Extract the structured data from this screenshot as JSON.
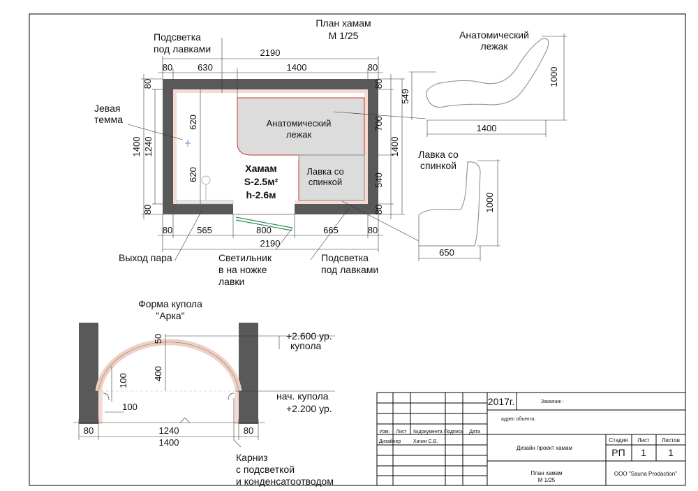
{
  "plan": {
    "title": "План хамам",
    "scale": "М 1/25",
    "room_name": "Хамам",
    "room_area": "S-2.5м²",
    "room_height": "h-2.6м",
    "lounger_label_1": "Анатомический",
    "lounger_label_2": "лежак",
    "bench_label_1": "Лавка со",
    "bench_label_2": "спинкой",
    "callout_backlight_top_1": "Подсветка",
    "callout_backlight_top_2": "под лавками",
    "callout_backlight_bottom_1": "Подсветка",
    "callout_backlight_bottom_2": "под лавками",
    "callout_steam_exit": "Выход пара",
    "callout_lamp_1": "Светильник",
    "callout_lamp_2": "в на ножке",
    "callout_lamp_3": "лавки",
    "callout_left_1": "Јевая",
    "callout_left_2": "темма",
    "dims": {
      "top_total": "2190",
      "top_80_left": "80",
      "top_630": "630",
      "top_1400": "1400",
      "top_80_right": "80",
      "bottom_80_left": "80",
      "bottom_565": "565",
      "bottom_800": "800",
      "bottom_665": "665",
      "bottom_80_right": "80",
      "bottom_total": "2190",
      "left_80_top": "80",
      "left_1400": "1400",
      "left_1240": "1240",
      "left_620_a": "620",
      "left_620_b": "620",
      "left_80_bottom": "80",
      "right_80_top": "80",
      "right_700": "700",
      "right_540": "540",
      "right_1400": "1400",
      "right_80_bottom": "80"
    }
  },
  "lounger_detail": {
    "title_1": "Анатомический",
    "title_2": "лежак",
    "dim_height": "1000",
    "dim_width": "1400",
    "dim_549": "549"
  },
  "bench_detail": {
    "title_1": "Лавка со",
    "title_2": "спинкой",
    "dim_height": "1000",
    "dim_width": "650"
  },
  "dome": {
    "title_1": "Форма купола",
    "title_2": "\"Арка\"",
    "level_top_1": "+2.600 ур.",
    "level_top_2": "купола",
    "level_start_1": "нач. купола",
    "level_start_2": "+2.200 ур.",
    "cornice_1": "Карниз",
    "cornice_2": "с подсветкой",
    "cornice_3": "и конденсатоотводом",
    "dim_50": "50",
    "dim_400": "400",
    "dim_100_v": "100",
    "dim_100_h": "100",
    "dim_80_left": "80",
    "dim_1240": "1240",
    "dim_80_right": "80",
    "dim_1400": "1400"
  },
  "title_block": {
    "year": "2017г.",
    "customer_label": "Заказчик :",
    "address_label": "адрес объекта:",
    "col_change": "Изм.",
    "col_sheet": "Лист",
    "col_doc": "№документа",
    "col_sign": "Подпись",
    "col_date": "Дата",
    "designer_label": "Дизайнер",
    "designer_name": "Хачин С.В.",
    "project_name": "Дизайн проект хамам",
    "sheet_name_1": "План хамам",
    "sheet_name_2": "М 1/25",
    "stage_label": "Стадия",
    "sheet_label": "Лист",
    "sheets_label": "Листов",
    "stage_value": "РП",
    "sheet_value": "1",
    "sheets_value": "1",
    "company": "ООО \"Sauna Prodaction\""
  }
}
